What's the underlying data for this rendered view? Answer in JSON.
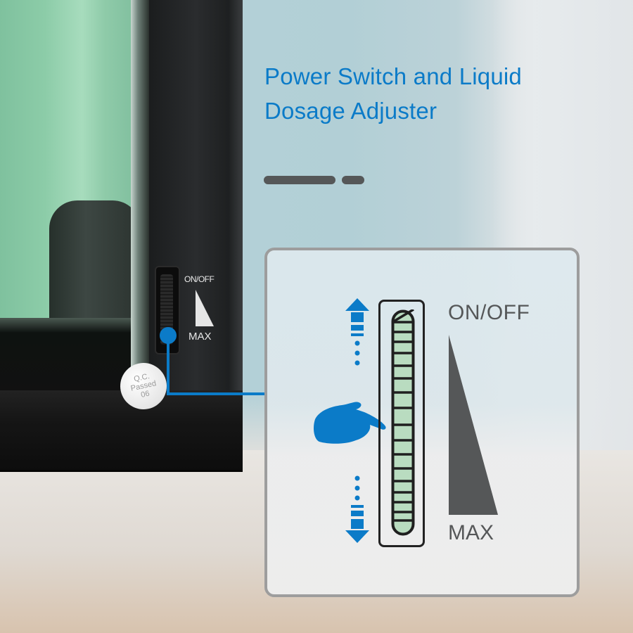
{
  "heading": {
    "line1": "Power Switch and Liquid",
    "line2": "Dosage Adjuster",
    "color": "#0b7bc8"
  },
  "divider": {
    "segments": 2,
    "color": "#555758"
  },
  "device": {
    "switch_label_top": "ON/OFF",
    "switch_label_bottom": "MAX",
    "qc_sticker": {
      "line1": "Q.C.",
      "line2": "Passed",
      "line3": "06"
    }
  },
  "callout": {
    "label_top": "ON/OFF",
    "label_bottom": "MAX",
    "slider_segments": 20,
    "slider_fill_color": "#b9dcc0",
    "accent_color": "#0b7bc8",
    "icons": [
      "arrow-up-icon",
      "pointing-hand-icon",
      "arrow-down-icon",
      "intensity-wedge-icon"
    ]
  }
}
